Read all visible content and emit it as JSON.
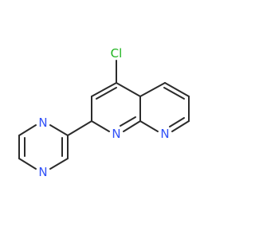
{
  "molecule": {
    "colors": {
      "bond": "#2b2b2b",
      "nitrogen": "#3050f8",
      "chlorine": "#1fb41f",
      "background": "#ffffff"
    },
    "atoms": [
      {
        "id": "cl",
        "element": "Cl",
        "label": "Cl",
        "color_key": "chlorine"
      },
      {
        "id": "n_pyridine",
        "element": "N",
        "label": "N",
        "color_key": "nitrogen"
      },
      {
        "id": "n_naphthyridine_1",
        "element": "N",
        "label": "N",
        "color_key": "nitrogen"
      },
      {
        "id": "n_naphthyridine_8",
        "element": "N",
        "label": "N",
        "color_key": "nitrogen"
      },
      {
        "id": "n_pyrazine_top",
        "element": "N",
        "label": "N",
        "color_key": "nitrogen"
      },
      {
        "id": "n_pyrazine_bottom",
        "element": "N",
        "label": "N",
        "color_key": "nitrogen"
      }
    ]
  }
}
